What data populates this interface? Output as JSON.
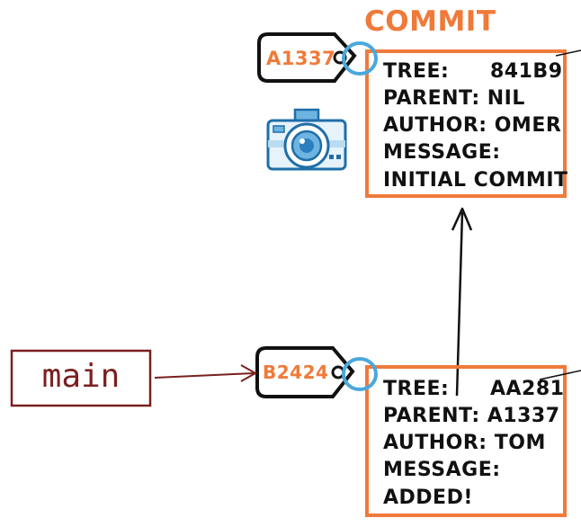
{
  "title": "COMMIT",
  "colors": {
    "orange": "#f07a3a",
    "black": "#111111",
    "branch_red": "#7a2020",
    "tag_ring": "#4aa8dc",
    "camera_blue": "#3a8fc8"
  },
  "commits": [
    {
      "hash": "A1337",
      "fields": {
        "tree_key": "TREE:",
        "tree_val": "841B9",
        "parent": "PARENT: NIL",
        "author": "AUTHOR: OMER",
        "message_key": "MESSAGE:",
        "message_val": "INITIAL COMMIT"
      }
    },
    {
      "hash": "B2424",
      "fields": {
        "tree_key": "TREE:",
        "tree_val": "AA281",
        "parent": "PARENT: A1337",
        "author": "AUTHOR: TOM",
        "message_key": "MESSAGE:",
        "message_val": "ADDED!"
      }
    }
  ],
  "branch": {
    "name": "main"
  },
  "icons": {
    "snapshot": "camera-icon"
  }
}
